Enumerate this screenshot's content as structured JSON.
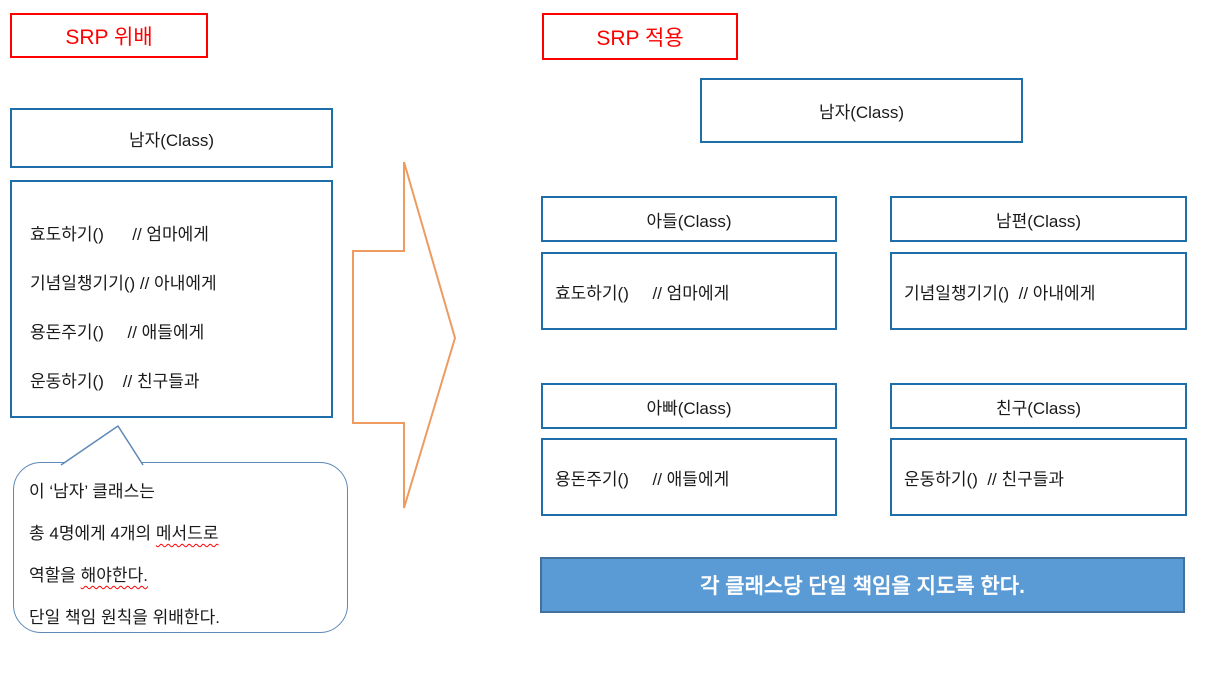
{
  "left_panel": {
    "title": "SRP 위배",
    "class_name": "남자(Class)",
    "methods": [
      "효도하기()      // 엄마에게",
      "기념일챙기기() // 아내에게",
      "용돈주기()     // 애들에게",
      "운동하기()    // 친구들과"
    ],
    "callout": {
      "line1": "이 ‘남자’ 클래스는",
      "line2_prefix": "총 4명에게 4개의 ",
      "line2_misspelled": "메서드로",
      "line3_prefix": "역할을 ",
      "line3_misspelled": "해야한다.",
      "line4": "단일 책임 원칙을 위배한다."
    }
  },
  "right_panel": {
    "title": "SRP 적용",
    "parent_class_name": "남자(Class)",
    "classes": [
      {
        "name": "아들(Class)",
        "method": "효도하기()     // 엄마에게"
      },
      {
        "name": "남편(Class)",
        "method": "기념일챙기기()  // 아내에게"
      },
      {
        "name": "아빠(Class)",
        "method": "용돈주기()     // 애들에게"
      },
      {
        "name": "친구(Class)",
        "method": "운동하기()  // 친구들과"
      }
    ],
    "conclusion": "각 클래스당 단일 책임을 지도록 한다."
  },
  "colors": {
    "title_red": "#FF0000",
    "box_border_blue": "#1E6EAA",
    "banner_fill": "#5B9BD5",
    "banner_border": "#41719C",
    "arrow_orange": "#ED9B60",
    "callout_border": "#5E88B8",
    "text": "#1a1a1a"
  }
}
